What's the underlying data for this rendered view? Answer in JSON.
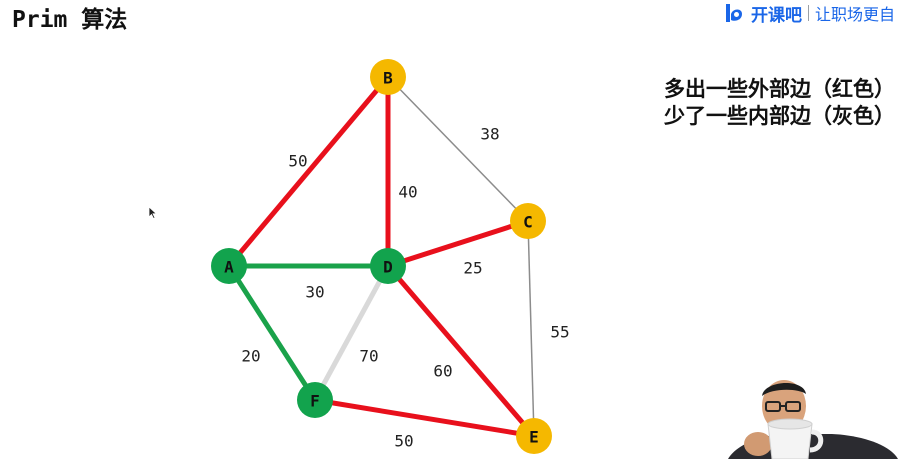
{
  "title": "Prim 算法",
  "brand": {
    "name": "开课吧",
    "slogan": "让职场更自"
  },
  "note": {
    "line1": "多出一些外部边（红色）",
    "line2": "少了一些内部边（灰色）"
  },
  "colors": {
    "red": "#e8101c",
    "green": "#1aa24a",
    "gray_thin": "#8c8c8c",
    "light_gray": "#d9d9d9",
    "node_orange": "#f5b800",
    "node_green": "#12a34d",
    "brand_blue": "#1a66e8"
  },
  "graph": {
    "nodes": [
      {
        "id": "A",
        "label": "A",
        "state": "visited"
      },
      {
        "id": "B",
        "label": "B",
        "state": "unvisited"
      },
      {
        "id": "C",
        "label": "C",
        "state": "unvisited"
      },
      {
        "id": "D",
        "label": "D",
        "state": "visited"
      },
      {
        "id": "E",
        "label": "E",
        "state": "unvisited"
      },
      {
        "id": "F",
        "label": "F",
        "state": "visited"
      }
    ],
    "edges": [
      {
        "from": "A",
        "to": "B",
        "weight": "50",
        "style": "red"
      },
      {
        "from": "B",
        "to": "D",
        "weight": "40",
        "style": "red"
      },
      {
        "from": "B",
        "to": "C",
        "weight": "38",
        "style": "gray"
      },
      {
        "from": "D",
        "to": "C",
        "weight": "25",
        "style": "red"
      },
      {
        "from": "A",
        "to": "D",
        "weight": "30",
        "style": "green"
      },
      {
        "from": "C",
        "to": "E",
        "weight": "55",
        "style": "gray"
      },
      {
        "from": "A",
        "to": "F",
        "weight": "20",
        "style": "green"
      },
      {
        "from": "F",
        "to": "D",
        "weight": "70",
        "style": "lightgray"
      },
      {
        "from": "D",
        "to": "E",
        "weight": "60",
        "style": "red"
      },
      {
        "from": "F",
        "to": "E",
        "weight": "50",
        "style": "red"
      }
    ]
  }
}
